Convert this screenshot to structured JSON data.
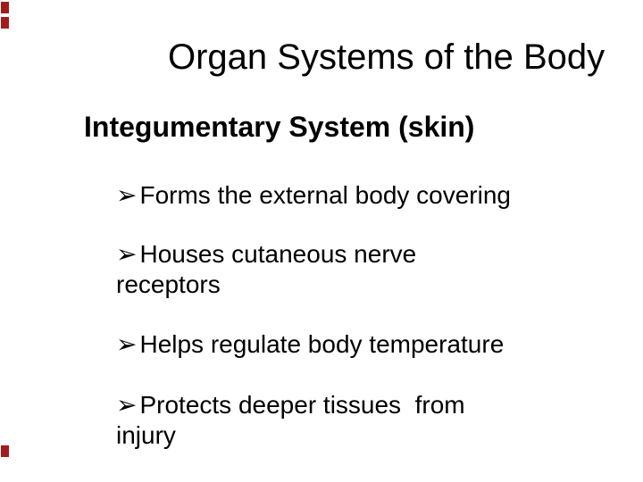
{
  "slide": {
    "title": "Organ Systems of the Body",
    "heading": "Integumentary System (skin)",
    "bullets": {
      "glyph": "➢",
      "items": [
        {
          "text": "Forms the external body covering"
        },
        {
          "text": "Houses cutaneous nerve\nreceptors"
        },
        {
          "text": "Helps regulate body temperature"
        },
        {
          "text": "Protects deeper tissues  from\ninjury"
        }
      ]
    },
    "colors": {
      "background": "#ffffff",
      "text": "#000000",
      "accent": "#a21c1c"
    }
  }
}
